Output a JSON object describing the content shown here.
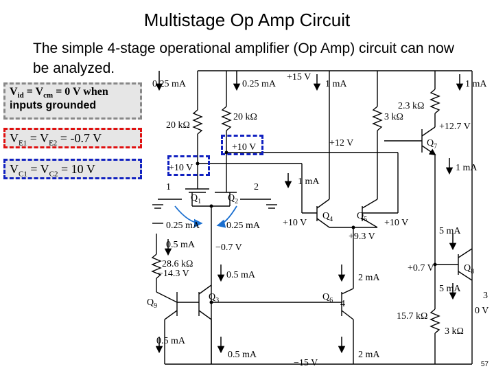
{
  "title": "Multistage Op Amp Circuit",
  "intro": "The simple 4-stage operational amplifier (Op Amp) circuit can now be analyzed.",
  "notes": {
    "vid_line": "V",
    "vid_sub": "id",
    "vcm_sub": "cm",
    "vid_tail": " = 0 V when",
    "vid_line2": "inputs grounded",
    "ve_a": "V",
    "ve1_sub": "E1",
    "ve_mid": " = V",
    "ve2_sub": "E2",
    "ve_tail": " = -0.7 V",
    "vc_a": "V",
    "vc1_sub": "C1",
    "vc2_sub": "C2",
    "vc_tail": " = 10 V",
    "eq": " = V"
  },
  "circuit": {
    "vcc": "+15 V",
    "vee": "−15 V",
    "i_a": "0.25 mA",
    "i_b": "0.25 mA",
    "i_c": "1 mA",
    "i_d": "1 mA",
    "r1": "20 kΩ",
    "r2": "20 kΩ",
    "r3": "3 kΩ",
    "r4": "2.3 kΩ",
    "v_127": "+12.7 V",
    "v_12": "+12 V",
    "v_10_top": "+10 V",
    "v_10_left": "+10 V",
    "q7": "Q",
    "q7s": "7",
    "i_1ma_q7": "1 mA",
    "n1": "1",
    "n2": "2",
    "q1": "Q",
    "q1s": "1",
    "q2": "Q",
    "q2s": "2",
    "i_1ma_mid": "1 mA",
    "q4": "Q",
    "q4s": "4",
    "q5": "Q",
    "q5s": "5",
    "i_025a": "0.25 mA",
    "i_025b": "0.25 mA",
    "v_10_q4": "+10 V",
    "v_10_q5": "+10 V",
    "v_93": "+9.3 V",
    "i_5ma_a": "5 mA",
    "i_05ma_a": "0.5 mA",
    "v_m07": "−0.7 V",
    "r5": "28.6 kΩ",
    "v_m143": "−14.3 V",
    "i_05ma_b": "0.5 mA",
    "i_2ma_a": "2 mA",
    "v_07": "+0.7 V",
    "q8": "Q",
    "q8s": "8",
    "i_5ma_b": "5 mA",
    "q9": "Q",
    "q9s": "9",
    "q3": "Q",
    "q3s": "3",
    "q6": "Q",
    "q6s": "6",
    "n4": "4",
    "n3": "3",
    "v_0": "0 V",
    "r6": "15.7 kΩ",
    "r7": "3 kΩ",
    "i_05ma_c": "0.5 mA",
    "i_05ma_d": "0.5 mA",
    "i_2ma_b": "2 mA"
  },
  "page_number": "57"
}
